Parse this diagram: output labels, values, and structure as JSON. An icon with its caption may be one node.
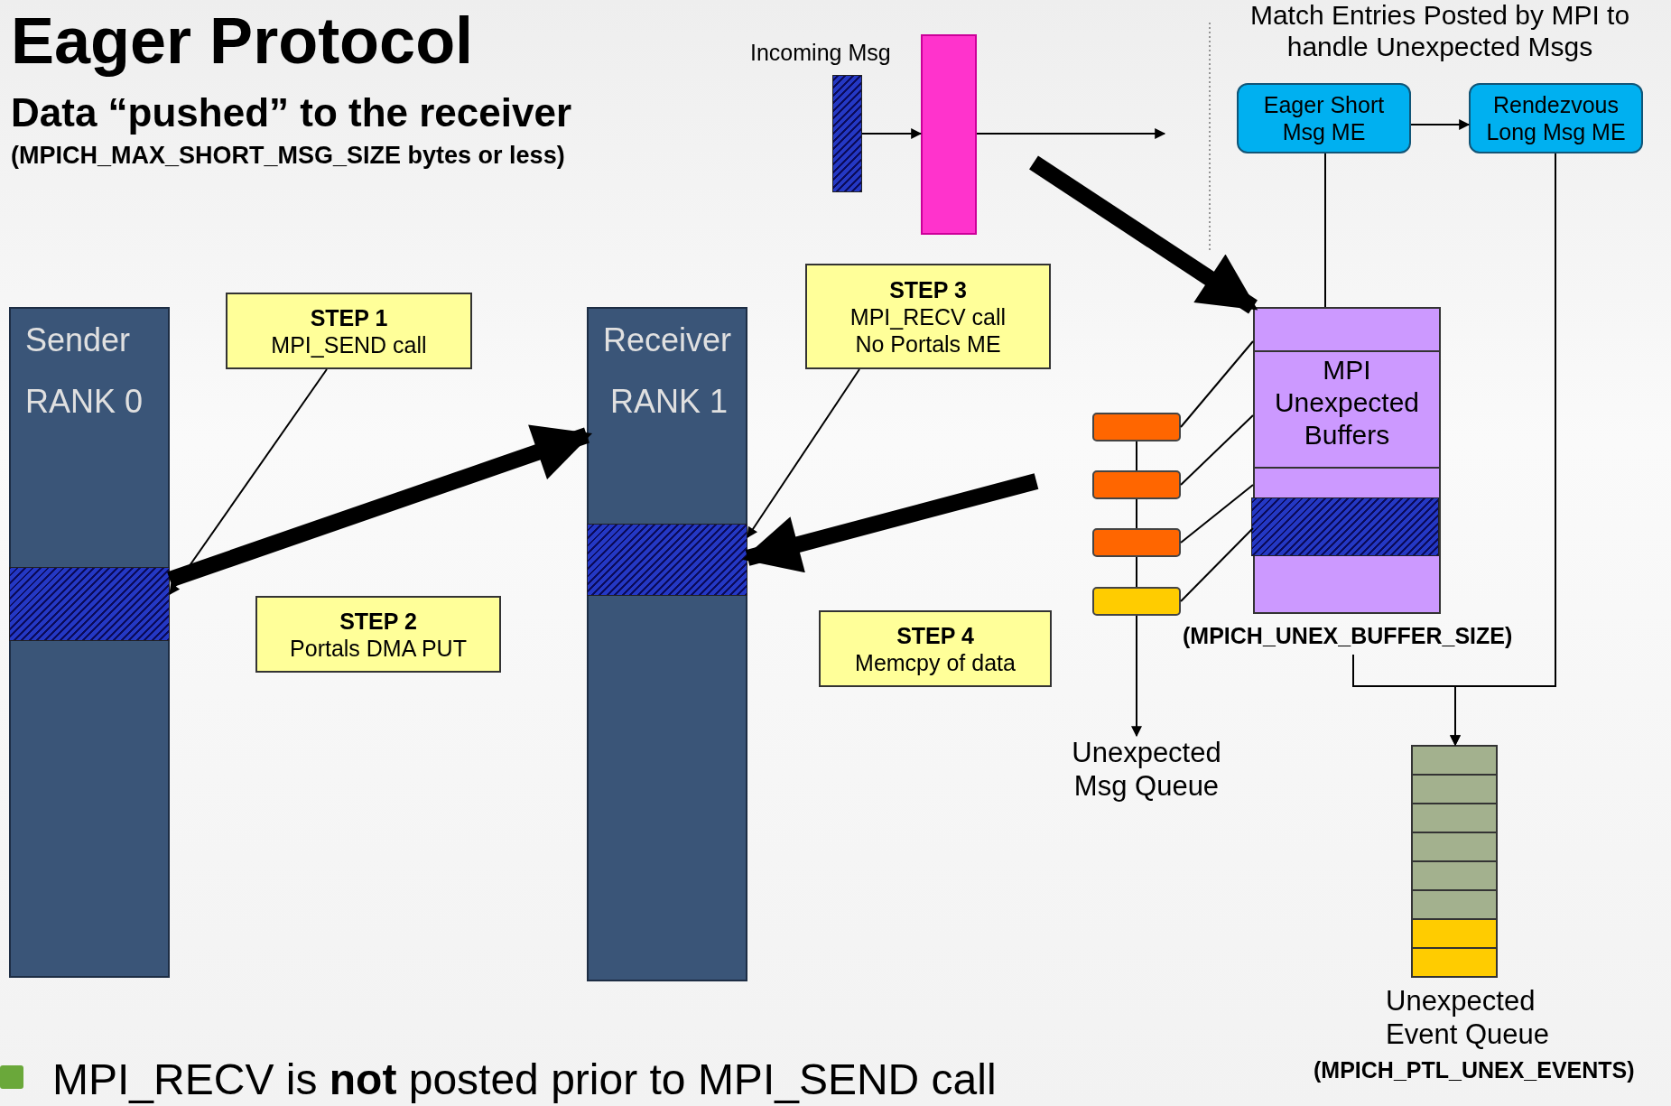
{
  "diagram": {
    "title": "Eager Protocol",
    "nodes": [
      {
        "text": [],
        "shape": "bar",
        "beside": [
          "Incoming Msg"
        ]
      },
      {
        "text": [],
        "shape": "bar"
      },
      {
        "text": [
          "Eager Short Msg ME"
        ]
      },
      {
        "text": [
          "Rendezvous Long Msg ME"
        ]
      },
      {
        "text": [
          "Sender",
          "RANK 0"
        ]
      },
      {
        "text": [],
        "shape": "bar",
        "in": 4
      },
      {
        "text": [
          "STEP 1",
          "MPI_SEND call"
        ]
      },
      {
        "text": [
          "STEP 2",
          "Portals DMA  PUT"
        ]
      },
      {
        "text": [
          "Receiver",
          "RANK 1"
        ]
      },
      {
        "text": [],
        "shape": "bar",
        "in": 8
      },
      {
        "text": [
          "STEP 3",
          "MPI_RECV call No Portals ME"
        ]
      },
      {
        "text": [
          "STEP 4",
          "Memcpy of data"
        ]
      },
      {
        "text": [
          "MPI Unexpected Buffers"
        ],
        "beside": [
          "(MPICH_UNEX_BUFFER_SIZE)"
        ]
      },
      {
        "text": [],
        "shape": "bar",
        "in": 12
      },
      {
        "text": [],
        "shape": "box"
      },
      {
        "text": [],
        "shape": "box"
      },
      {
        "text": [],
        "shape": "box"
      },
      {
        "text": [],
        "shape": "box"
      },
      {
        "text": [
          "Unexpected Msg Queue"
        ]
      },
      {
        "text": [],
        "shape": "bar",
        "beside": [
          "Unexpected Event Queue",
          "(MPICH_PTL_UNEX_EVENTS)"
        ]
      }
    ],
    "edges": [
      {
        "from": 0,
        "to": 1,
        "arrow": "to"
      },
      {
        "from": 1,
        "to": null,
        "arrow": "to"
      },
      {
        "from": null,
        "to": 12,
        "arrow": "to",
        "style": "thick"
      },
      {
        "from": 2,
        "to": 3,
        "arrow": "to"
      },
      {
        "from": 2,
        "to": 12,
        "arrow": "none"
      },
      {
        "from": 3,
        "to": 19,
        "arrow": "to"
      },
      {
        "from": 12,
        "to": 19,
        "arrow": "to"
      },
      {
        "from": 6,
        "to": 5,
        "arrow": "to"
      },
      {
        "from": 5,
        "to": 8,
        "arrow": "to",
        "style": "thick"
      },
      {
        "from": 10,
        "to": 9,
        "arrow": "to"
      },
      {
        "from": null,
        "to": 9,
        "arrow": "to",
        "style": "thick"
      },
      {
        "from": 14,
        "to": 12,
        "arrow": "none"
      },
      {
        "from": 15,
        "to": 12,
        "arrow": "none"
      },
      {
        "from": 16,
        "to": 12,
        "arrow": "none"
      },
      {
        "from": 17,
        "to": 12,
        "arrow": "none"
      },
      {
        "from": 14,
        "to": 15,
        "arrow": "none"
      },
      {
        "from": 15,
        "to": 16,
        "arrow": "none"
      },
      {
        "from": 16,
        "to": 17,
        "arrow": "none"
      },
      {
        "from": 17,
        "to": 18,
        "arrow": "to"
      }
    ],
    "labels": [
      "Data “pushed” to the receiver",
      "(MPICH_MAX_SHORT_MSG_SIZE bytes or less)",
      "Match Entries Posted by MPI to handle Unexpected Msgs",
      "MPI_RECV is **not** posted prior to MPI_SEND call"
    ]
  }
}
